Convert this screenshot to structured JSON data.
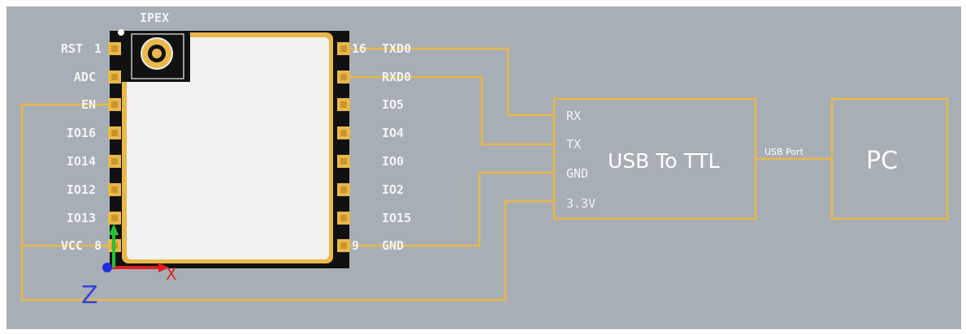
{
  "colors": {
    "background": "#a8aeb5",
    "wire": "#e8b84a",
    "module_body": "#111111",
    "shield": "#f1f1f1",
    "shield_edge": "#d9a93f"
  },
  "module": {
    "antenna_label": "IPEX",
    "left_pins": [
      {
        "num": "1",
        "label": "RST"
      },
      {
        "num": "",
        "label": "ADC"
      },
      {
        "num": "",
        "label": "EN"
      },
      {
        "num": "",
        "label": "IO16"
      },
      {
        "num": "",
        "label": "IO14"
      },
      {
        "num": "",
        "label": "IO12"
      },
      {
        "num": "",
        "label": "IO13"
      },
      {
        "num": "8",
        "label": "VCC"
      }
    ],
    "right_pins": [
      {
        "num": "16",
        "label": "TXD0"
      },
      {
        "num": "",
        "label": "RXD0"
      },
      {
        "num": "",
        "label": "IO5"
      },
      {
        "num": "",
        "label": "IO4"
      },
      {
        "num": "",
        "label": "IO0"
      },
      {
        "num": "",
        "label": "IO2"
      },
      {
        "num": "",
        "label": "IO15"
      },
      {
        "num": "9",
        "label": "GND"
      }
    ]
  },
  "usb_ttl": {
    "title": "USB To TTL",
    "pins": [
      "RX",
      "TX",
      "GND",
      "3.3V"
    ]
  },
  "link_label": "USB Port",
  "pc": {
    "title": "PC"
  },
  "axes": {
    "z_label": "Z",
    "x_label": "X"
  }
}
